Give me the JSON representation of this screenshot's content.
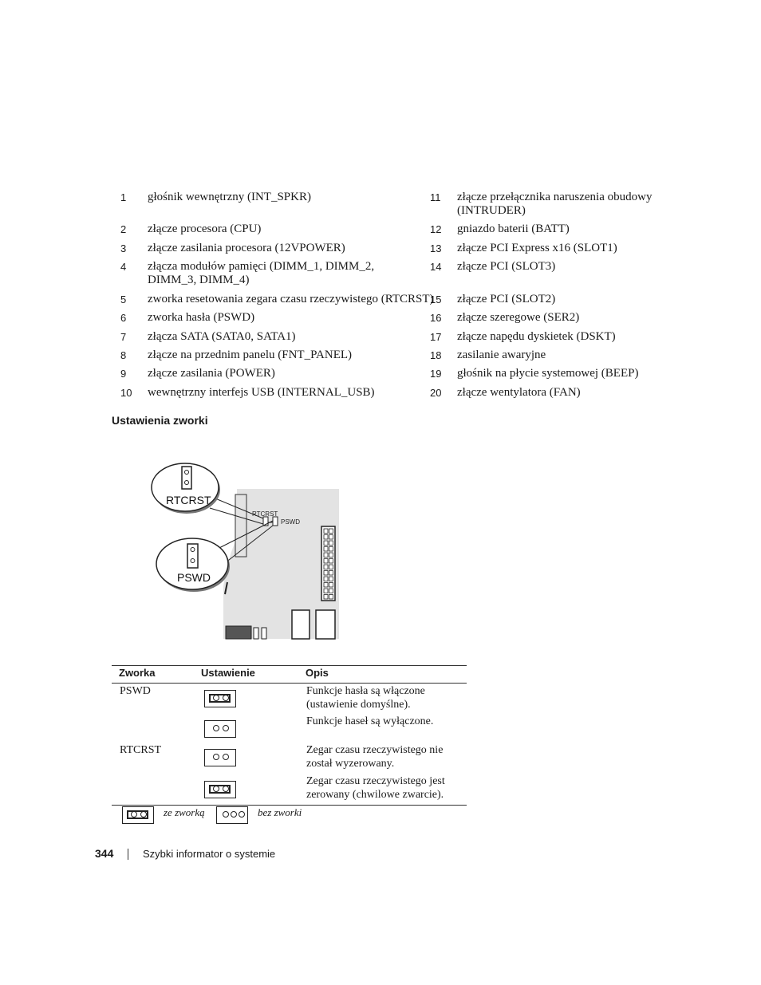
{
  "items_left": [
    {
      "n": "1",
      "t": "głośnik wewnętrzny (INT_SPKR)"
    },
    {
      "n": "2",
      "t": "złącze procesora (CPU)"
    },
    {
      "n": "3",
      "t": "złącze zasilania procesora (12VPOWER)"
    },
    {
      "n": "4",
      "t": "złącza modułów pamięci (DIMM_1, DIMM_2,",
      "t2": "DIMM_3, DIMM_4)"
    },
    {
      "n": "5",
      "t": "zworka resetowania zegara czasu rzeczywistego (RTCRST)"
    },
    {
      "n": "6",
      "t": "zworka hasła (PSWD)"
    },
    {
      "n": "7",
      "t": "złącza SATA (SATA0, SATA1)"
    },
    {
      "n": "8",
      "t": "złącze na przednim panelu (FNT_PANEL)"
    },
    {
      "n": "9",
      "t": "złącze zasilania (POWER)"
    },
    {
      "n": "10",
      "t": "wewnętrzny interfejs USB (INTERNAL_USB)"
    }
  ],
  "items_right": [
    {
      "n": "11",
      "t": "złącze przełącznika naruszenia obudowy",
      "t2": "(INTRUDER)"
    },
    {
      "n": "12",
      "t": "gniazdo baterii (BATT)"
    },
    {
      "n": "13",
      "t": "złącze PCI Express x16 (SLOT1)"
    },
    {
      "n": "14",
      "t": "złącze PCI (SLOT3)"
    },
    {
      "n": "15",
      "t": "złącze PCI (SLOT2)"
    },
    {
      "n": "16",
      "t": "złącze szeregowe (SER2)"
    },
    {
      "n": "17",
      "t": "złącze napędu dyskietek (DSKT)"
    },
    {
      "n": "18",
      "t": "zasilanie awaryjne"
    },
    {
      "n": "19",
      "t": "głośnik na płycie systemowej (BEEP)"
    },
    {
      "n": "20",
      "t": "złącze wentylatora (FAN)"
    }
  ],
  "section_heading": "Ustawienia zworki",
  "diagram": {
    "callout_rtcrst": "RTCRST",
    "callout_pswd": "PSWD",
    "board_rtcrst": "RTCRST",
    "board_pswd": "PSWD"
  },
  "table": {
    "headers": [
      "Zworka",
      "Ustawienie",
      "Opis"
    ],
    "rows": [
      {
        "jumper": "PSWD",
        "installed": true,
        "desc1": "Funkcje hasła są włączone",
        "desc2": "(ustawienie domyślne)."
      },
      {
        "jumper": "",
        "installed": false,
        "desc1": "Funkcje haseł są wyłączone.",
        "desc2": ""
      },
      {
        "jumper": "RTCRST",
        "installed": false,
        "desc1": "Zegar czasu rzeczywistego nie",
        "desc2": "został wyzerowany."
      },
      {
        "jumper": "",
        "installed": true,
        "desc1": "Zegar czasu rzeczywistego jest",
        "desc2": "zerowany (chwilowe zwarcie)."
      }
    ],
    "legend_with": "ze zworką",
    "legend_without": "bez zworki"
  },
  "footer": {
    "page_number": "344",
    "title": "Szybki informator o systemie"
  }
}
